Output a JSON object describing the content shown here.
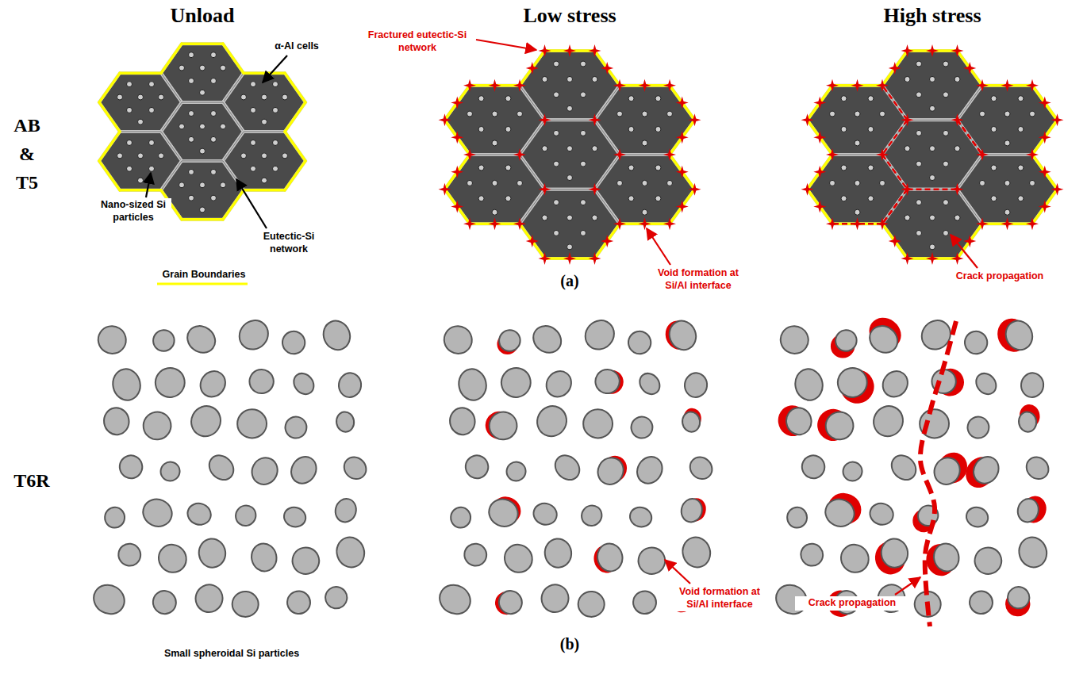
{
  "diagram": {
    "labels": [
      "Unload",
      "Low stress",
      "High stress",
      "AB & T5",
      "α-Al cells",
      "Fractured eutectic-Si network",
      "Nano-sized Si particles",
      "Eutectic-Si network",
      "Grain Boundaries",
      "Void formation at Si/Al interface",
      "Crack propagation",
      "(a)",
      "T6R",
      "Small spheroidal Si particles",
      "(b)",
      "Void formation at Si/Al interface",
      "Crack propagation"
    ]
  }
}
